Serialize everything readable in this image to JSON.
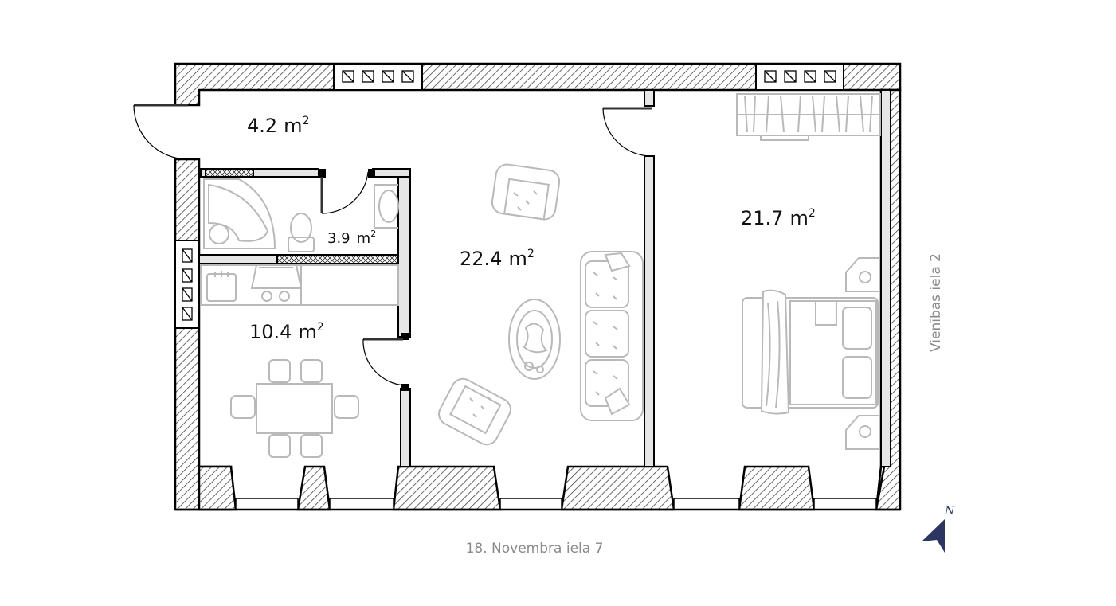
{
  "rooms": {
    "hall_area": "4.2",
    "bathroom_area": "3.9",
    "living_area": "22.4",
    "kitchen_area": "10.4",
    "bedroom_area": "21.7",
    "unit": "m",
    "unit_exp": "2"
  },
  "streets": {
    "south": "18. Novembra iela 7",
    "east": "Vienības iela 2"
  },
  "compass": {
    "label": "N"
  },
  "colors": {
    "wall": "#000000",
    "furniture": "#b9b9b9",
    "compass": "#2d3561",
    "street_label": "#8a8a8a"
  }
}
